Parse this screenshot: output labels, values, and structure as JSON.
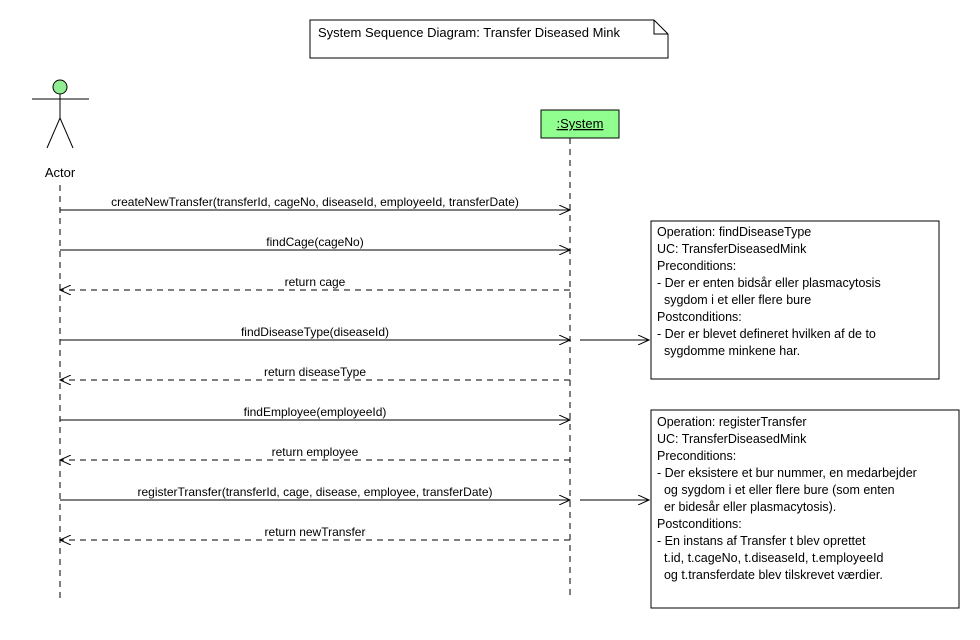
{
  "title": "System Sequence Diagram: Transfer Diseased Mink",
  "actor": {
    "label": "Actor",
    "head_color": "#90ee90"
  },
  "system": {
    "label": ":System",
    "fill_color": "#90ff90"
  },
  "messages": [
    {
      "label": "createNewTransfer(transferId, cageNo, diseaseId, employeeId, transferDate)",
      "kind": "call"
    },
    {
      "label": "findCage(cageNo)",
      "kind": "call"
    },
    {
      "label": "return cage",
      "kind": "return"
    },
    {
      "label": "findDiseaseType(diseaseId)",
      "kind": "call"
    },
    {
      "label": "return diseaseType",
      "kind": "return"
    },
    {
      "label": "findEmployee(employeeId)",
      "kind": "call"
    },
    {
      "label": "return employee",
      "kind": "return"
    },
    {
      "label": "registerTransfer(transferId, cage, disease, employee, transferDate)",
      "kind": "call"
    },
    {
      "label": "return newTransfer",
      "kind": "return"
    }
  ],
  "notes": [
    {
      "lines": [
        "Operation: findDiseaseType",
        "UC: TransferDiseasedMink",
        "Preconditions:",
        "- Der er enten bidsår eller plasmacytosis",
        "  sygdom i et eller flere bure",
        "Postconditions:",
        "- Der er blevet defineret hvilken af de to",
        "  sygdomme minkene har."
      ]
    },
    {
      "lines": [
        "Operation: registerTransfer",
        "UC: TransferDiseasedMink",
        "Preconditions:",
        "- Der eksistere et bur nummer, en medarbejder",
        "  og sygdom i et eller flere bure (som enten",
        "  er bidesår eller plasmacytosis).",
        "Postconditions:",
        "- En instans af Transfer t blev oprettet",
        "  t.id, t.cageNo, t.diseaseId, t.employeeId",
        "  og t.transferdate blev tilskrevet værdier."
      ]
    }
  ]
}
